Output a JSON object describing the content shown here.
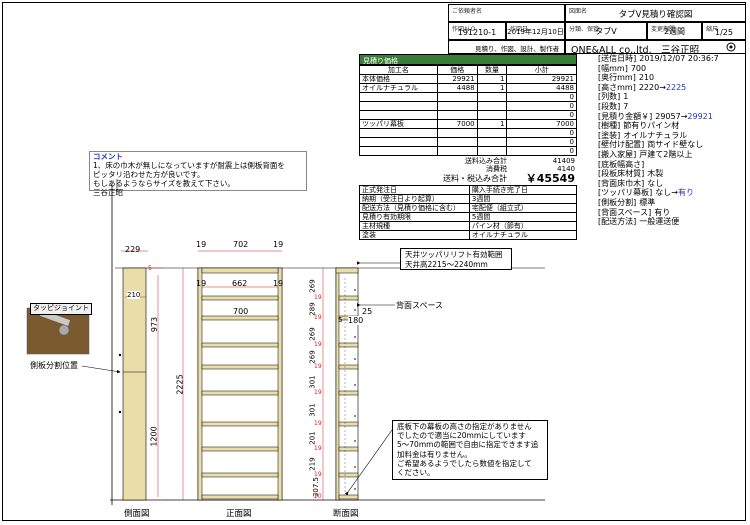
{
  "title_block": {
    "customer_label": "ご依頼者名",
    "drawing_label": "図面名",
    "drawing_name": "タブV見積り確認図",
    "drawing_no_label": "作図ＮＯ",
    "drawing_no": "191210-1",
    "date_label": "作図日",
    "date": "2019年12月10日",
    "type_label": "分類、保管",
    "type_value": "タブV",
    "change_label": "変更期間",
    "change_value": "2週間",
    "scale_label": "縮尺",
    "scale_value": "1/25",
    "maker_desc": "見積り、作図、設計、製作者",
    "company": "ONE&ALL co,.ltd.　三谷正昭"
  },
  "estimate": {
    "header": "見積り価格",
    "columns": [
      "加工名",
      "価格",
      "数量",
      "小計"
    ],
    "rows": [
      [
        "本体価格",
        "29921",
        "1",
        "29921"
      ],
      [
        "オイルナチュラル",
        "4488",
        "1",
        "4488"
      ],
      [
        "",
        "",
        "",
        "0"
      ],
      [
        "",
        "",
        "",
        "0"
      ],
      [
        "",
        "",
        "",
        "0"
      ],
      [
        "ツッパリ幕板",
        "7000",
        "1",
        "7000"
      ],
      [
        "",
        "",
        "",
        "0"
      ],
      [
        "",
        "",
        "",
        "0"
      ],
      [
        "",
        "",
        "",
        "0"
      ]
    ],
    "shipping_total_label": "送料込み合計",
    "shipping_total": "41409",
    "tax_label": "消費税",
    "tax": "4140",
    "grand_label": "送料・税込み合計",
    "grand_total": "￥45549",
    "conditions": [
      [
        "正式発注日",
        "購入手続き完了日"
      ],
      [
        "納期（受注日より起算）",
        "3週間"
      ],
      [
        "配送方法（見積り価格に含む）",
        "宅配便（組立式）"
      ],
      [
        "見積り有効期限",
        "5週間"
      ],
      [
        "主材規種",
        "パイン材（節有）"
      ],
      [
        "塗装",
        "オイルナチュラル"
      ]
    ]
  },
  "spec": {
    "lines": [
      {
        "k": "[送信日時]",
        "v": "2019/12/07 20:36:7"
      },
      {
        "k": "[幅mm]",
        "v": "700"
      },
      {
        "k": "[奥行mm]",
        "v": "210"
      },
      {
        "k": "[高さmm]",
        "v": "2220",
        "arrow": "→",
        "v2": "2225"
      },
      {
        "k": "[列数]",
        "v": "1"
      },
      {
        "k": "[段数]",
        "v": "7"
      },
      {
        "k": "[見積り金額￥]",
        "v": "29057",
        "arrow": "→",
        "v2": "29921"
      },
      {
        "k": "[樹種]",
        "v": "節有りパイン材"
      },
      {
        "k": "[塗装]",
        "v": "オイルナチュラル"
      },
      {
        "k": "[壁付け配置]",
        "v": "両サイド壁なし"
      },
      {
        "k": "[搬入家屋]",
        "v": "戸建て2階以上"
      },
      {
        "k": "[底板幅高さ]",
        "v": ""
      },
      {
        "k": "[段板床材質]",
        "v": "木製"
      },
      {
        "k": "[背面床巾木]",
        "v": "なし"
      },
      {
        "k": "[ツッパリ幕板]",
        "v": "なし",
        "arrow": "→",
        "v2": "有り"
      },
      {
        "k": "[側板分割]",
        "v": "標準"
      },
      {
        "k": "[背面スペース]",
        "v": "有り"
      },
      {
        "k": "[配送方法]",
        "v": "一般運送便"
      }
    ]
  },
  "comment": {
    "title": "コメント",
    "lines": [
      "1、床の巾木が無しになっていますが耐震上は側板背面を",
      "ピッタリ沿わせた方が良いです。",
      "もしあるようならサイズを教えて下さい。",
      "三谷正昭"
    ]
  },
  "notes": {
    "ceiling": [
      "天井ツッパリリフト有効範囲",
      "天井高2215～2240mm"
    ],
    "back_space": "背面スペース",
    "joint": "タッピジョイント",
    "divide": "側板分割位置",
    "bottom": [
      "底板下の幕板の高さの指定がありません",
      "でしたので適当に20mmにしています",
      "5～70mmの範囲で自由に指定できます追",
      "加料金は有りません。",
      "ご希望あるようでしたら数値を指定して",
      "ください。"
    ]
  },
  "views": {
    "side": "側面図",
    "front": "正面図",
    "section": "断面図"
  },
  "dims": {
    "side_depth": "229",
    "side_depth_inner": "210",
    "side_h1": "973",
    "side_h2": "1200",
    "total_h": "2225",
    "front_w": "702",
    "front_inner": "662",
    "front_shelf": "700",
    "board": "19",
    "section_depths": [
      "269",
      "289",
      "269",
      "269",
      "301",
      "301",
      "201",
      "219",
      "307.5"
    ],
    "section_small": [
      "19",
      "19",
      "19",
      "19",
      "19",
      "19",
      "19",
      "19",
      "20"
    ],
    "section_top": "5",
    "section_gap": "180",
    "section_back": "25"
  },
  "colors": {
    "header_green": "#3a7d3a",
    "wood": "#e9deaa",
    "wood_dark": "#c9b97a",
    "dim_red": "#cc2222",
    "accent_blue": "#2233cc"
  }
}
